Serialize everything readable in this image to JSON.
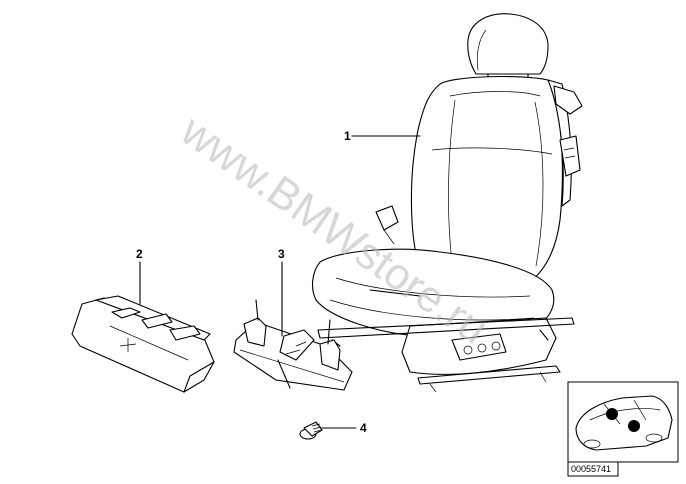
{
  "diagram": {
    "callouts": [
      {
        "id": "part-1",
        "label": "1"
      },
      {
        "id": "part-2",
        "label": "2"
      },
      {
        "id": "part-3",
        "label": "3"
      },
      {
        "id": "part-4",
        "label": "4"
      }
    ],
    "watermark": "www.BMWstore.ru",
    "inset_code": "00055741",
    "colors": {
      "line": "#000000",
      "watermark": "#b8b8b8",
      "background": "#ffffff"
    }
  }
}
